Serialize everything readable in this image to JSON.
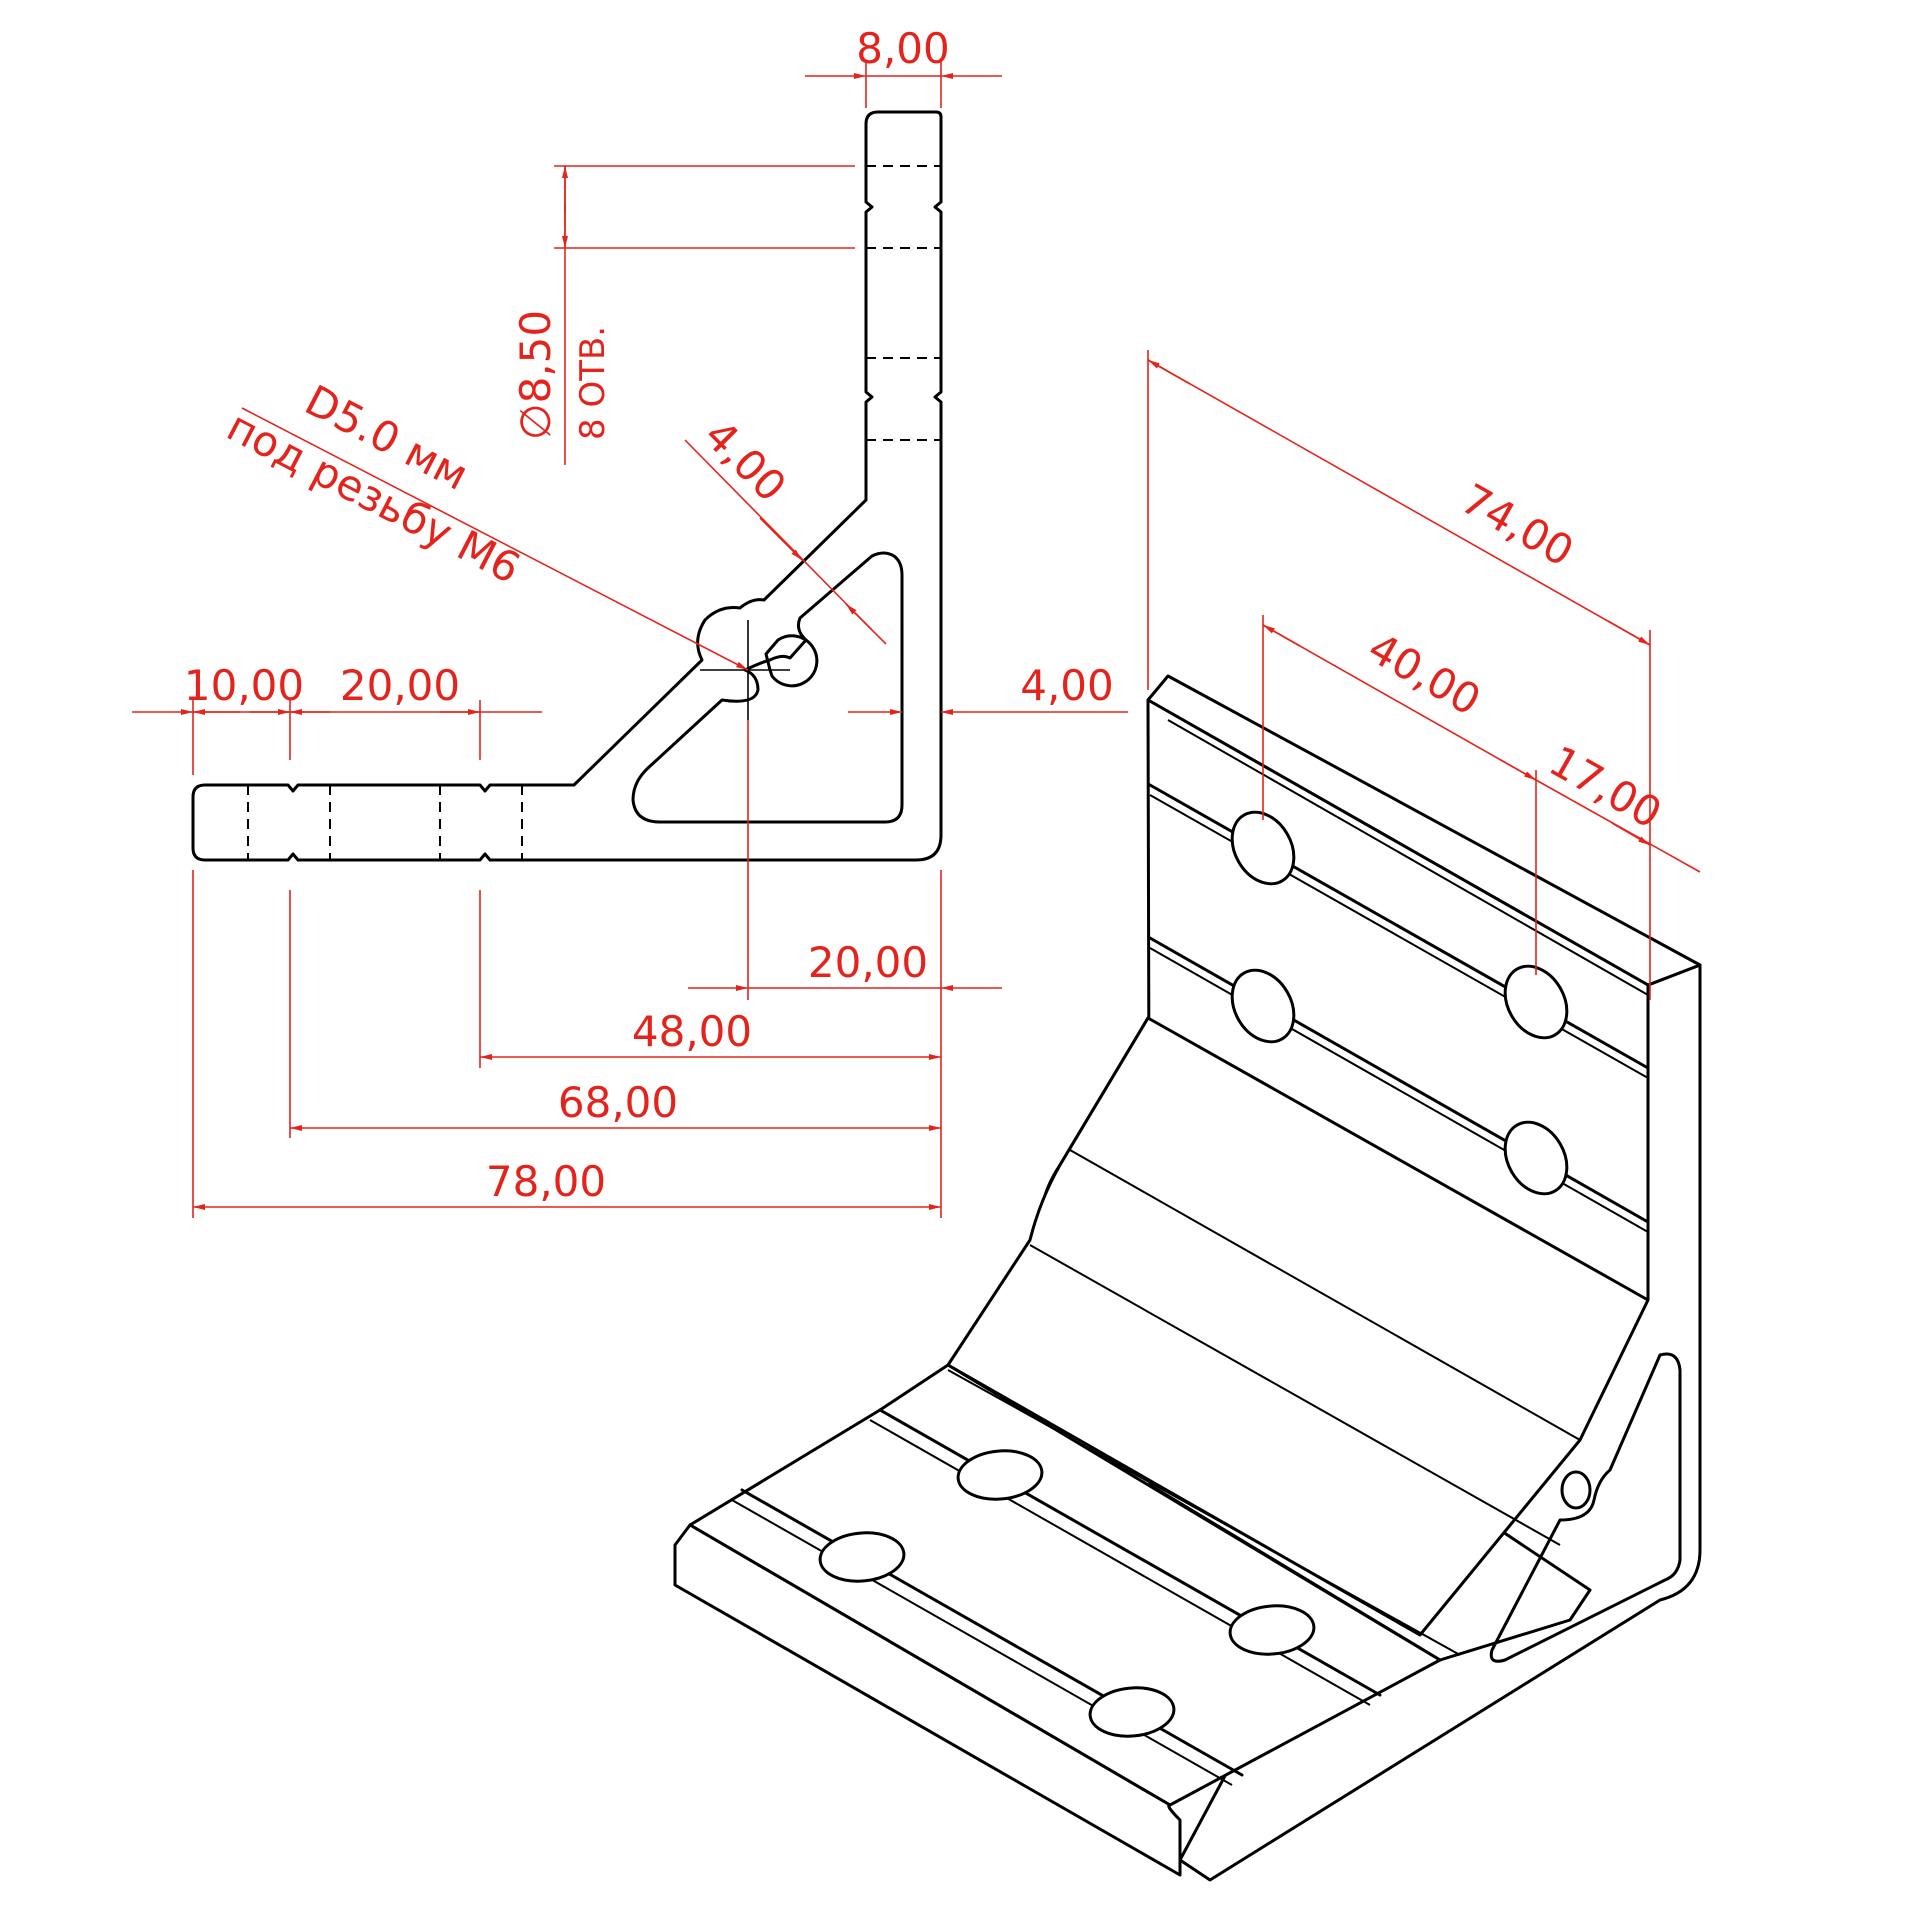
{
  "colors": {
    "dimension": "#e4241c",
    "outline": "#000000",
    "background": "#ffffff"
  },
  "dimensions": {
    "top_width": "8,00",
    "hole_dia": "∅8,50",
    "hole_count": "8 ОТВ.",
    "wall_angled": "4,00",
    "wall_right": "4,00",
    "tap_line1": "D5.0 мм",
    "tap_line2": "под резьбу М6",
    "left_10": "10,00",
    "left_20": "20,00",
    "center_20": "20,00",
    "d48": "48,00",
    "d68": "68,00",
    "d78": "78,00",
    "iso_74": "74,00",
    "iso_40": "40,00",
    "iso_17": "17,00"
  }
}
